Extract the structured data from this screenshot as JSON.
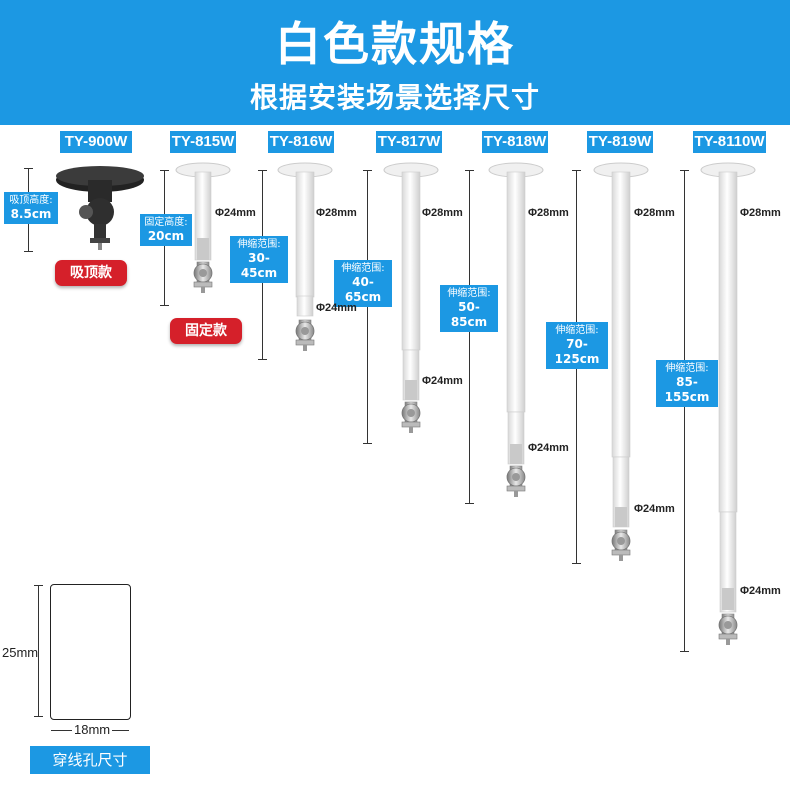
{
  "header": {
    "title": "白色款规格",
    "subtitle": "根据安装场景选择尺寸"
  },
  "models": [
    {
      "tag": "TY-900W",
      "range_label": "吸顶高度:",
      "range_value": "8.5cm",
      "badge": "吸顶款"
    },
    {
      "tag": "TY-815W",
      "range_label": "固定高度:",
      "range_value": "20cm",
      "dia_top": "Φ24mm",
      "badge": "固定款"
    },
    {
      "tag": "TY-816W",
      "range_label": "伸缩范围:",
      "range_value": "30-45cm",
      "dia_top": "Φ28mm",
      "dia_bottom": "Φ24mm"
    },
    {
      "tag": "TY-817W",
      "range_label": "伸缩范围:",
      "range_value": "40-65cm",
      "dia_top": "Φ28mm",
      "dia_bottom": "Φ24mm"
    },
    {
      "tag": "TY-818W",
      "range_label": "伸缩范围:",
      "range_value": "50-85cm",
      "dia_top": "Φ28mm",
      "dia_bottom": "Φ24mm"
    },
    {
      "tag": "TY-819W",
      "range_label": "伸缩范围:",
      "range_value": "70-125cm",
      "dia_top": "Φ28mm",
      "dia_bottom": "Φ24mm"
    },
    {
      "tag": "TY-8110W",
      "range_label": "伸缩范围:",
      "range_value": "85-155cm",
      "dia_top": "Φ28mm",
      "dia_bottom": "Φ24mm"
    }
  ],
  "hole": {
    "height": "25mm",
    "width": "18mm",
    "label": "穿线孔尺寸"
  },
  "colors": {
    "accent": "#1c98e3",
    "badge": "#d5202a"
  }
}
